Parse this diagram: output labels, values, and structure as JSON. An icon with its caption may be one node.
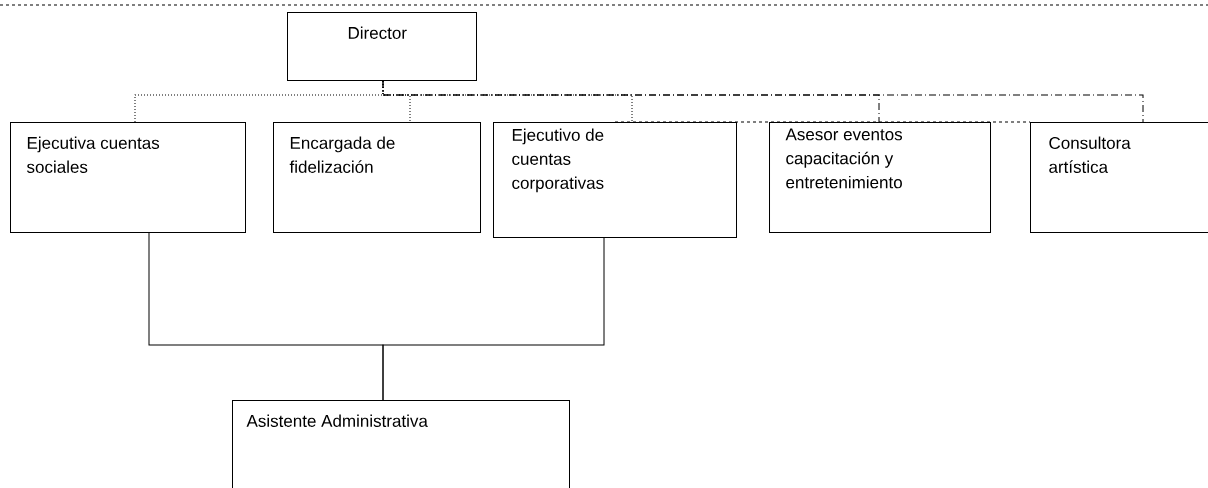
{
  "diagram": {
    "nodes": [
      {
        "text": [
          "Director"
        ]
      },
      {
        "text": [
          "Ejecutiva cuentas sociales"
        ]
      },
      {
        "text": [
          "Encargada de fidelización"
        ]
      },
      {
        "text": [
          "Ejecutivo de cuentas corporativas"
        ]
      },
      {
        "text": [
          "Asesor eventos capacitación y entretenimiento"
        ]
      },
      {
        "text": [
          "Consultora artística"
        ]
      },
      {
        "text": [
          "Asistente  Administrativa"
        ]
      }
    ],
    "edges": [
      {
        "from": 0,
        "to": 1,
        "arrow": "none",
        "style": "dashed"
      },
      {
        "from": 0,
        "to": 2,
        "arrow": "none",
        "style": "dashed"
      },
      {
        "from": 0,
        "to": 3,
        "arrow": "none",
        "style": "dashed"
      },
      {
        "from": 0,
        "to": 4,
        "arrow": "none",
        "style": "dashed"
      },
      {
        "from": 0,
        "to": 5,
        "arrow": "none",
        "style": "dashed"
      },
      {
        "from": 1,
        "to": 6,
        "arrow": "none"
      },
      {
        "from": 3,
        "to": 6,
        "arrow": "none"
      },
      {
        "from": 3,
        "to": 5,
        "arrow": "none",
        "style": "dashed"
      }
    ]
  }
}
